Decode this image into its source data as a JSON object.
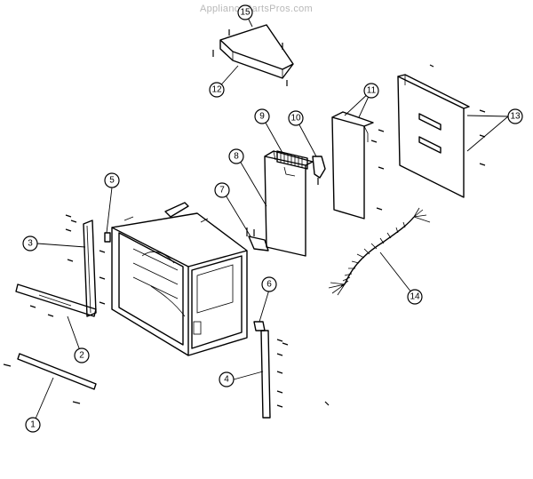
{
  "watermark": "AppliancePartsPros.com",
  "callouts": [
    {
      "id": "1",
      "label": "1"
    },
    {
      "id": "2",
      "label": "2"
    },
    {
      "id": "3",
      "label": "3"
    },
    {
      "id": "4",
      "label": "4"
    },
    {
      "id": "5",
      "label": "5"
    },
    {
      "id": "6",
      "label": "6"
    },
    {
      "id": "7",
      "label": "7"
    },
    {
      "id": "8",
      "label": "8"
    },
    {
      "id": "9",
      "label": "9"
    },
    {
      "id": "10",
      "label": "10"
    },
    {
      "id": "11",
      "label": "11"
    },
    {
      "id": "12",
      "label": "12"
    },
    {
      "id": "13",
      "label": "13"
    },
    {
      "id": "14",
      "label": "14"
    },
    {
      "id": "15",
      "label": "15"
    }
  ]
}
